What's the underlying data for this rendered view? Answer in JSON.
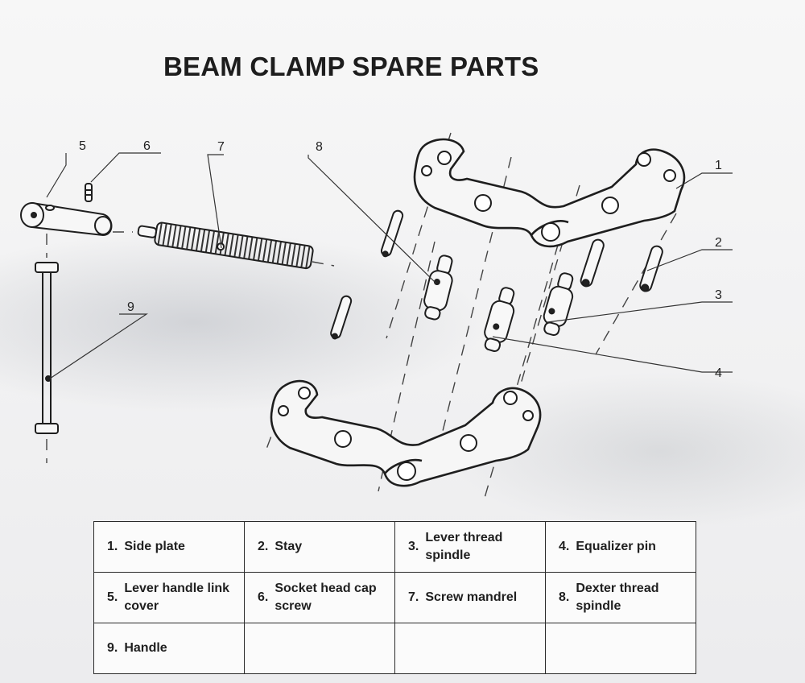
{
  "title": "BEAM CLAMP SPARE PARTS",
  "callouts": [
    "1",
    "2",
    "3",
    "4",
    "5",
    "6",
    "7",
    "8",
    "9"
  ],
  "parts": [
    {
      "num": "1.",
      "label": "Side plate"
    },
    {
      "num": "2.",
      "label": "Stay"
    },
    {
      "num": "3.",
      "label": "Lever thread spindle"
    },
    {
      "num": "4.",
      "label": "Equalizer pin"
    },
    {
      "num": "5.",
      "label": "Lever handle link cover"
    },
    {
      "num": "6.",
      "label": "Socket head cap screw"
    },
    {
      "num": "7.",
      "label": "Screw mandrel"
    },
    {
      "num": "8.",
      "label": "Dexter thread spindle"
    },
    {
      "num": "9.",
      "label": "Handle"
    }
  ]
}
